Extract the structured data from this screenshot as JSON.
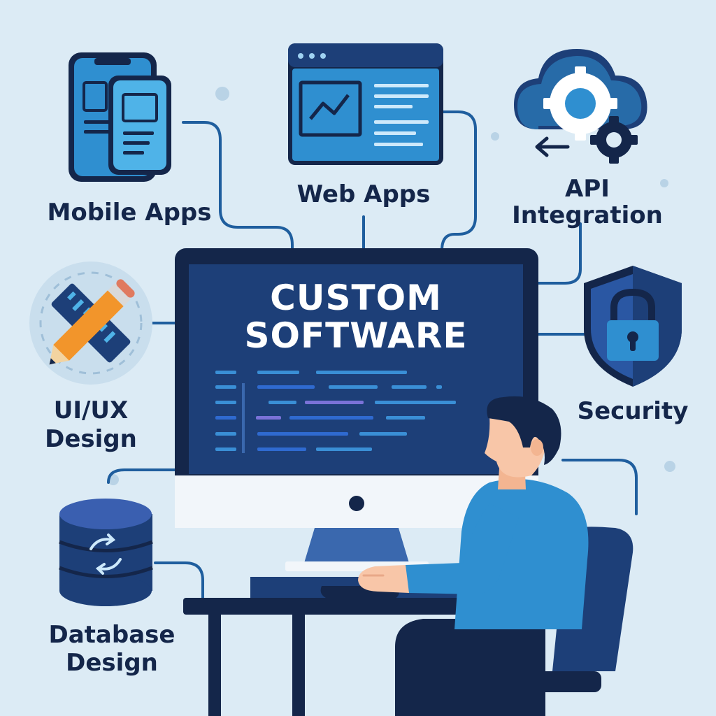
{
  "title": {
    "line1": "CUSTOM",
    "line2": "SOFTWARE"
  },
  "services": {
    "mobile_apps": {
      "label": "Mobile Apps",
      "icon": "smartphone-icon"
    },
    "web_apps": {
      "label": "Web Apps",
      "icon": "browser-window-icon"
    },
    "api_integration": {
      "line1": "API",
      "line2": "Integration",
      "icon": "cloud-gears-icon"
    },
    "ui_ux_design": {
      "line1": "UI/UX",
      "line2": "Design",
      "icon": "ruler-pencil-icon"
    },
    "security": {
      "label": "Security",
      "icon": "shield-lock-icon"
    },
    "database_design": {
      "line1": "Database",
      "line2": "Design",
      "icon": "database-sync-icon"
    }
  },
  "colors": {
    "background": "#dcebf5",
    "navy": "#14264a",
    "screen": "#1d3f78",
    "accent_blue": "#2f8fd0",
    "connector": "#1f5e9e"
  }
}
